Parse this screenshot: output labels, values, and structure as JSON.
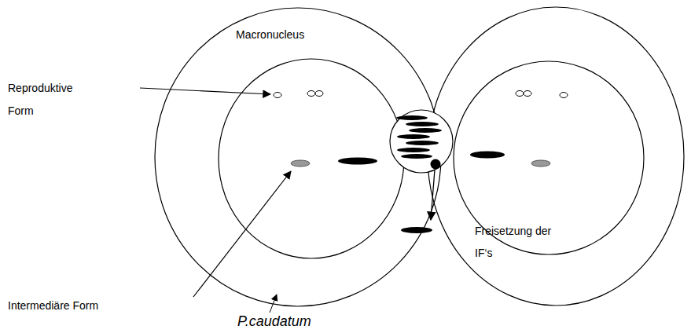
{
  "diagram": {
    "nodes": [
      {
        "text": [
          "Macronucleus"
        ]
      }
    ],
    "labels": [
      "Reproduktive Form",
      "Intermediäre Form",
      "P.caudatum",
      "Freisetzung der IF‘s"
    ]
  }
}
